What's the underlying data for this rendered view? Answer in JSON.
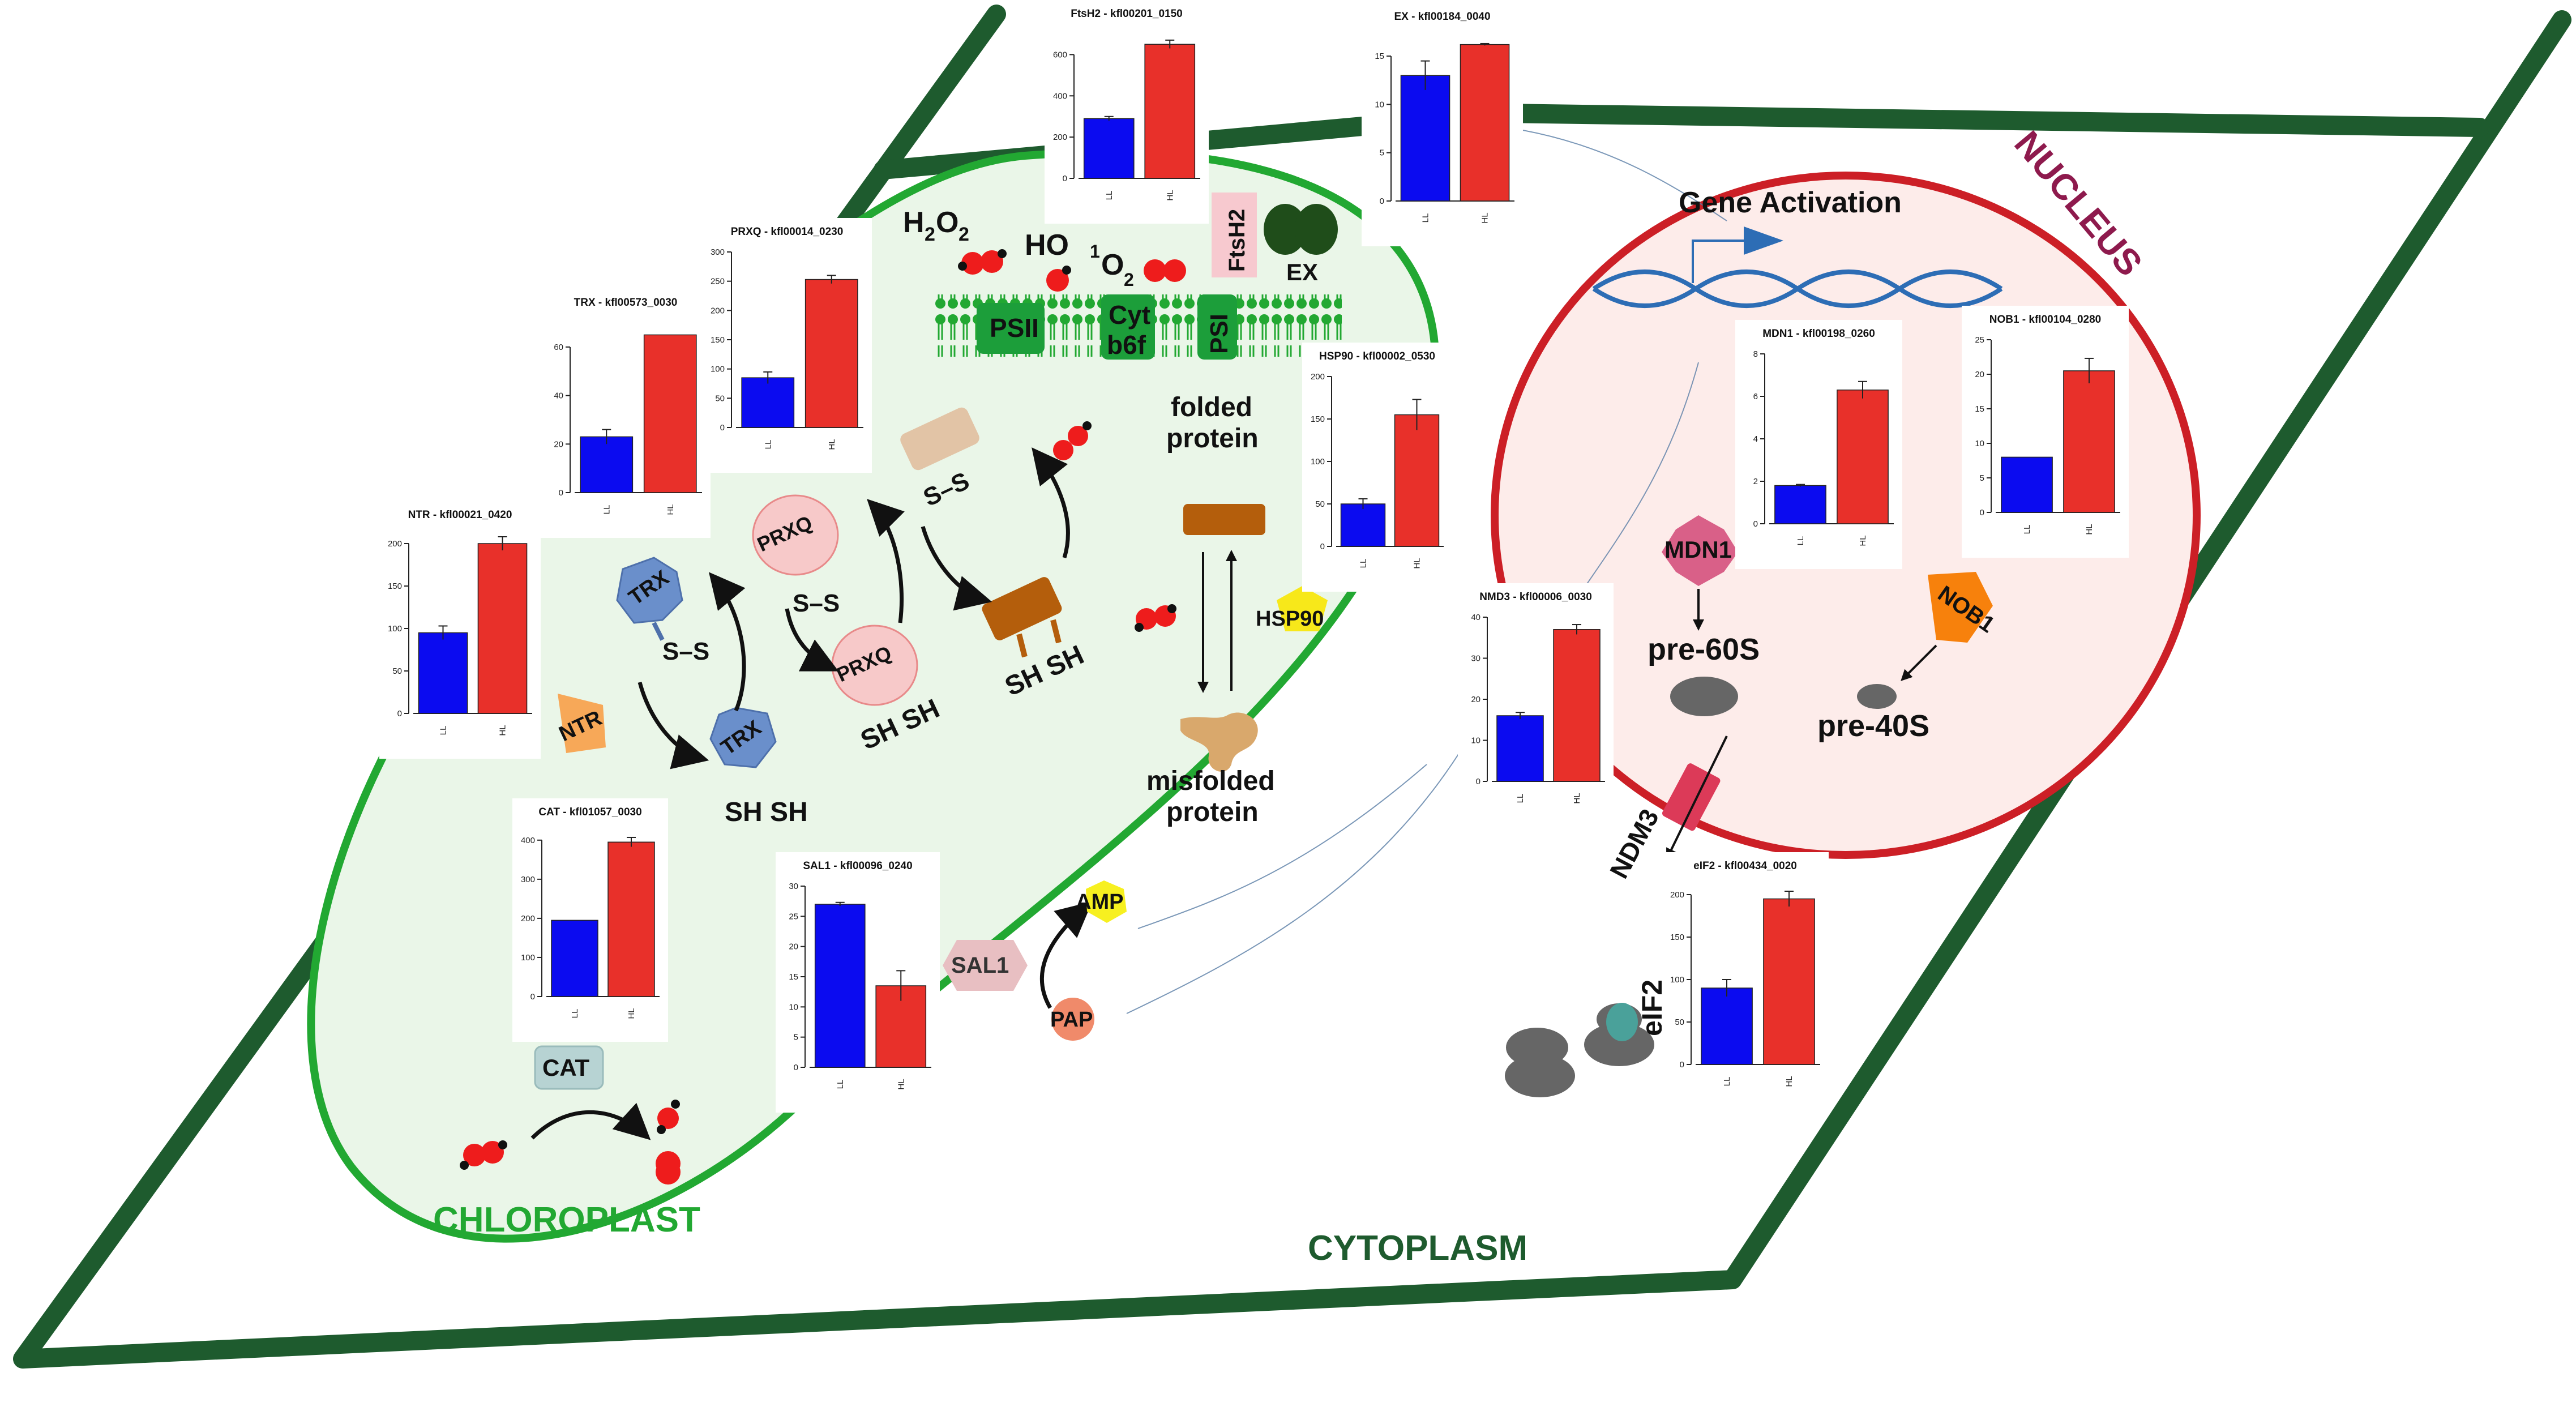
{
  "compartments": {
    "cytoplasm": "CYTOPLASM",
    "chloroplast": "CHLOROPLAST",
    "nucleus": "NUCLEUS"
  },
  "labels": {
    "gene_activation": "Gene Activation",
    "folded": "folded",
    "folded_protein": "protein",
    "misfolded": "misfolded",
    "misfolded_protein": "protein",
    "h2o2": "H",
    "h2o2_sub": "2",
    "h2o2_o": "O",
    "h2o2_sub2": "2",
    "ho": "HO",
    "singlet_sup": "1",
    "singlet_o": "O",
    "singlet_sub": "2",
    "psii": "PSII",
    "cyt_1": "Cyt",
    "cyt_2": "b6f",
    "psi": "PSI",
    "ftsh2": "FtsH2",
    "ex": "EX",
    "hsp90": "HSP90",
    "ntr": "NTR",
    "cat": "CAT",
    "sal1": "SAL1",
    "amp": "AMP",
    "pap": "PAP",
    "mdn1": "MDN1",
    "nob1": "NOB1",
    "ndm3": "NDM3",
    "eif2": "eIF2",
    "pre60s": "pre-60S",
    "pre40s": "pre-40S",
    "trx": "TRX",
    "prxq": "PRXQ",
    "s_s": "S–S",
    "sh_sh": "SH SH"
  },
  "colors": {
    "cell_wall": "#1e5b2e",
    "chloroplast_line": "#22a832",
    "chloroplast_fill": "#eaf6e8",
    "nucleus_line": "#cc1f26",
    "nucleus_fill": "#fdecea",
    "ll": "#0b0bf0",
    "hl": "#e8302a",
    "trx": "#6a8fcb",
    "prxq": "#f5c6c6",
    "ros": "#ee1c1c",
    "dna": "#2d6db5"
  },
  "chart_data": [
    {
      "type": "bar",
      "title": "FtsH2 - kfl00201_0150",
      "categories": [
        "LL",
        "HL"
      ],
      "values": [
        290,
        650
      ],
      "errors": [
        10,
        20
      ],
      "ylim": [
        0,
        700
      ],
      "yticks": [
        0,
        200,
        400,
        600
      ]
    },
    {
      "type": "bar",
      "title": "EX - kfl00184_0040",
      "categories": [
        "LL",
        "HL"
      ],
      "values": [
        13,
        16.2
      ],
      "errors": [
        1.5,
        0.1
      ],
      "ylim": [
        0,
        17
      ],
      "yticks": [
        0,
        5,
        10,
        15
      ]
    },
    {
      "type": "bar",
      "title": "PRXQ - kfl00014_0230",
      "categories": [
        "LL",
        "HL"
      ],
      "values": [
        85,
        253
      ],
      "errors": [
        10,
        7
      ],
      "ylim": [
        0,
        300
      ],
      "yticks": [
        0,
        50,
        100,
        150,
        200,
        250,
        300
      ]
    },
    {
      "type": "bar",
      "title": "TRX - kfl00573_0030",
      "categories": [
        "LL",
        "HL"
      ],
      "values": [
        23,
        65
      ],
      "errors": [
        3,
        0
      ],
      "ylim": [
        0,
        70
      ],
      "yticks": [
        0,
        20,
        40,
        60
      ]
    },
    {
      "type": "bar",
      "title": "NTR - kfl00021_0420",
      "categories": [
        "LL",
        "HL"
      ],
      "values": [
        95,
        200
      ],
      "errors": [
        8,
        8
      ],
      "ylim": [
        0,
        210
      ],
      "yticks": [
        0,
        50,
        100,
        150,
        200
      ]
    },
    {
      "type": "bar",
      "title": "CAT - kfl01057_0030",
      "categories": [
        "LL",
        "HL"
      ],
      "values": [
        195,
        395
      ],
      "errors": [
        0,
        12
      ],
      "ylim": [
        0,
        420
      ],
      "yticks": [
        0,
        100,
        200,
        300,
        400
      ]
    },
    {
      "type": "bar",
      "title": "SAL1 - kfl00096_0240",
      "categories": [
        "LL",
        "HL"
      ],
      "values": [
        27,
        13.5
      ],
      "errors": [
        0.3,
        2.5
      ],
      "ylim": [
        0,
        30
      ],
      "yticks": [
        0,
        5,
        10,
        15,
        20,
        25,
        30
      ]
    },
    {
      "type": "bar",
      "title": "HSP90 - kfl00002_0530",
      "categories": [
        "LL",
        "HL"
      ],
      "values": [
        50,
        155
      ],
      "errors": [
        6,
        18
      ],
      "ylim": [
        0,
        200
      ],
      "yticks": [
        0,
        50,
        100,
        150,
        200
      ]
    },
    {
      "type": "bar",
      "title": "NMD3 - kfl00006_0030",
      "categories": [
        "LL",
        "HL"
      ],
      "values": [
        16,
        37
      ],
      "errors": [
        0.8,
        1.2
      ],
      "ylim": [
        0,
        40
      ],
      "yticks": [
        0,
        10,
        20,
        30,
        40
      ]
    },
    {
      "type": "bar",
      "title": "MDN1 - kfl00198_0260",
      "categories": [
        "LL",
        "HL"
      ],
      "values": [
        1.8,
        6.3
      ],
      "errors": [
        0.05,
        0.4
      ],
      "ylim": [
        0,
        8
      ],
      "yticks": [
        0,
        2,
        4,
        6,
        8
      ]
    },
    {
      "type": "bar",
      "title": "NOB1 - kfl00104_0280",
      "categories": [
        "LL",
        "HL"
      ],
      "values": [
        8,
        20.5
      ],
      "errors": [
        0,
        1.8
      ],
      "ylim": [
        0,
        25
      ],
      "yticks": [
        0,
        5,
        10,
        15,
        20,
        25
      ]
    },
    {
      "type": "bar",
      "title": "eIF2 - kfl00434_0020",
      "categories": [
        "LL",
        "HL"
      ],
      "values": [
        90,
        195
      ],
      "errors": [
        10,
        9
      ],
      "ylim": [
        0,
        210
      ],
      "yticks": [
        0,
        50,
        100,
        150,
        200
      ]
    }
  ]
}
